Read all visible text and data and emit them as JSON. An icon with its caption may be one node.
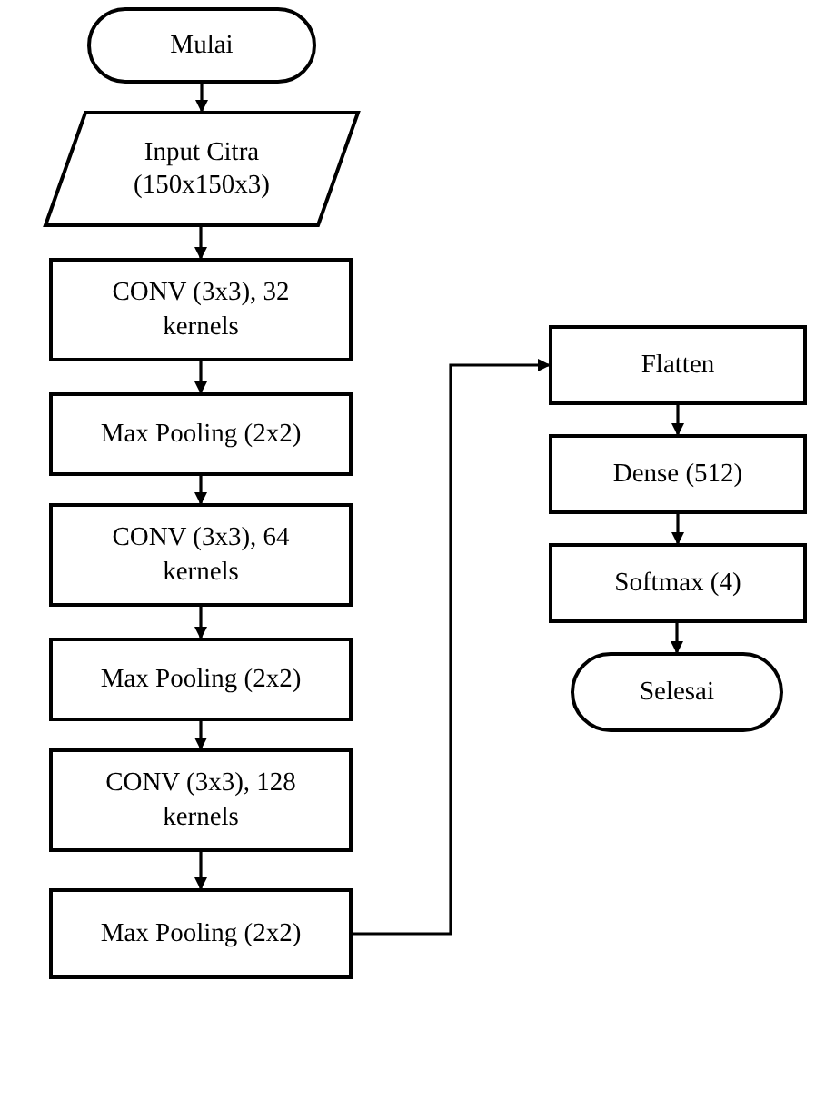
{
  "diagram": {
    "nodes": [
      {
        "text": [
          "Mulai"
        ]
      },
      {
        "text": [
          "Input Citra (150x150x3)"
        ]
      },
      {
        "text": [
          "CONV (3x3), 32 kernels"
        ]
      },
      {
        "text": [
          "Max Pooling (2x2)"
        ]
      },
      {
        "text": [
          "CONV (3x3), 64 kernels"
        ]
      },
      {
        "text": [
          "Max Pooling (2x2)"
        ]
      },
      {
        "text": [
          "CONV (3x3), 128 kernels"
        ]
      },
      {
        "text": [
          "Max Pooling (2x2)"
        ]
      },
      {
        "text": [
          "Flatten"
        ]
      },
      {
        "text": [
          "Dense (512)"
        ]
      },
      {
        "text": [
          "Softmax (4)"
        ]
      },
      {
        "text": [
          "Selesai"
        ]
      }
    ],
    "edges": [
      {
        "from": 0,
        "to": 1,
        "arrow": "to"
      },
      {
        "from": 1,
        "to": 2,
        "arrow": "to"
      },
      {
        "from": 2,
        "to": 3,
        "arrow": "to"
      },
      {
        "from": 3,
        "to": 4,
        "arrow": "to"
      },
      {
        "from": 4,
        "to": 5,
        "arrow": "to"
      },
      {
        "from": 5,
        "to": 6,
        "arrow": "to"
      },
      {
        "from": 6,
        "to": 7,
        "arrow": "to"
      },
      {
        "from": 7,
        "to": 8,
        "arrow": "to"
      },
      {
        "from": 8,
        "to": 9,
        "arrow": "to"
      },
      {
        "from": 9,
        "to": 10,
        "arrow": "to"
      },
      {
        "from": 10,
        "to": 11,
        "arrow": "to"
      }
    ]
  }
}
